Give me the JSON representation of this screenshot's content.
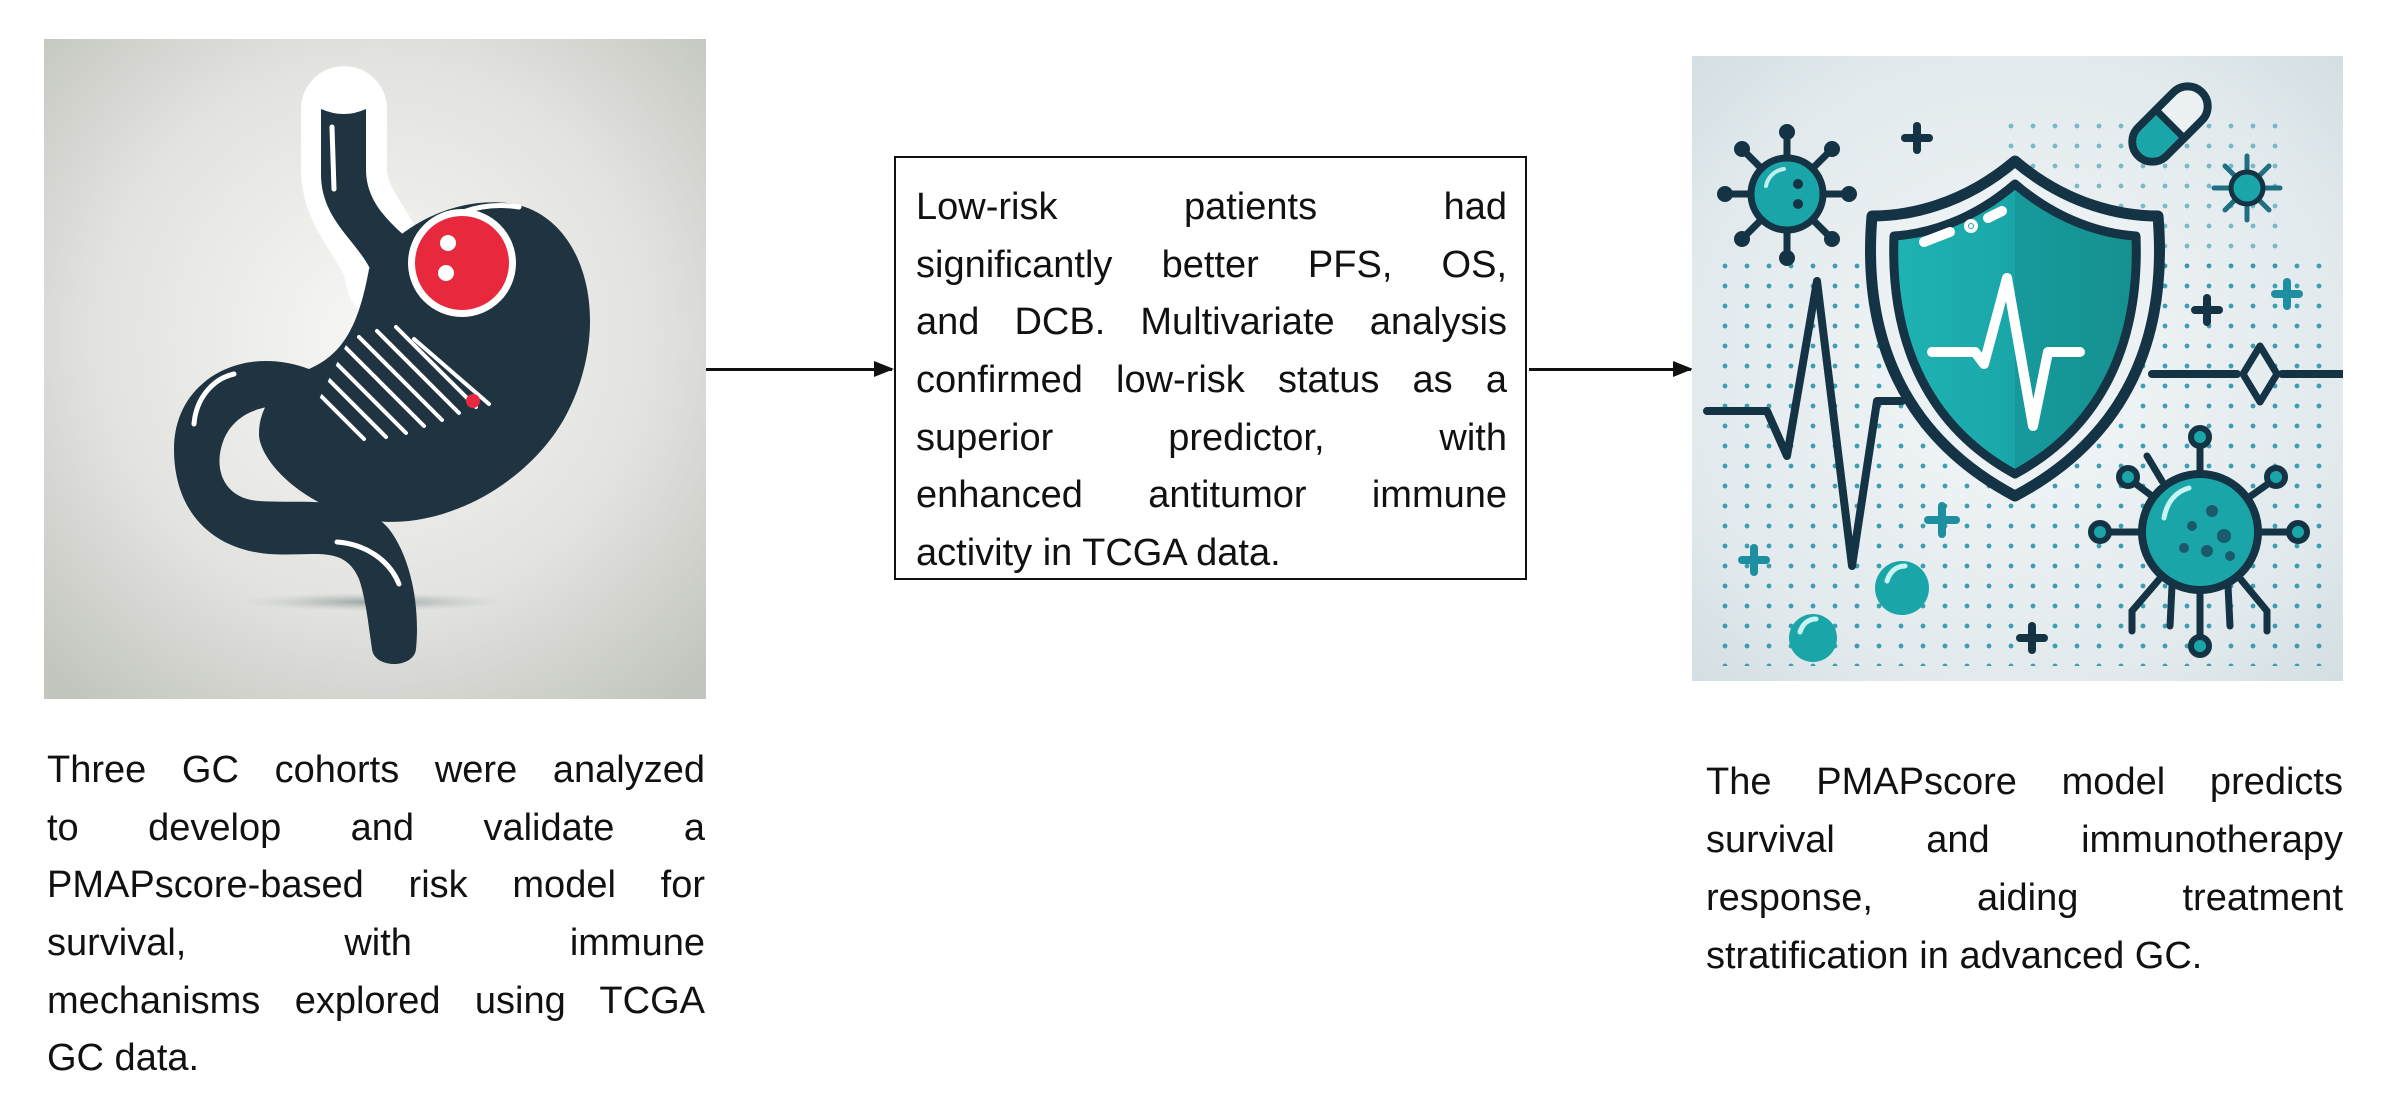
{
  "figure": {
    "left_panel": {
      "image": {
        "icon": "stomach-tumor-icon",
        "background": "#cdcfca",
        "organ_color": "#1f3340",
        "tumor_color": "#e8283c"
      },
      "caption_lines": [
        "Three GC cohorts were analyzed",
        "to develop and validate a",
        "PMAPscore-based risk model for",
        "survival, with immune",
        "mechanisms explored using TCGA",
        "GC data."
      ]
    },
    "center_panel": {
      "box_lines": [
        "Low-risk patients had",
        "significantly better PFS, OS,",
        "and DCB. Multivariate analysis",
        "confirmed low-risk status as a",
        "superior predictor, with",
        "enhanced antitumor immune",
        "activity in TCGA data."
      ]
    },
    "right_panel": {
      "image": {
        "icon": "shield-heartbeat-immune-icon",
        "background": "#dde6e9",
        "accent_color": "#1aa8a8",
        "outline_color": "#143344"
      },
      "caption_lines": [
        "The PMAPscore model predicts",
        "survival and immunotherapy",
        "response, aiding treatment",
        "stratification in advanced GC."
      ]
    },
    "arrows": [
      {
        "from": "left_panel",
        "to": "center_panel"
      },
      {
        "from": "center_panel",
        "to": "right_panel"
      }
    ]
  }
}
